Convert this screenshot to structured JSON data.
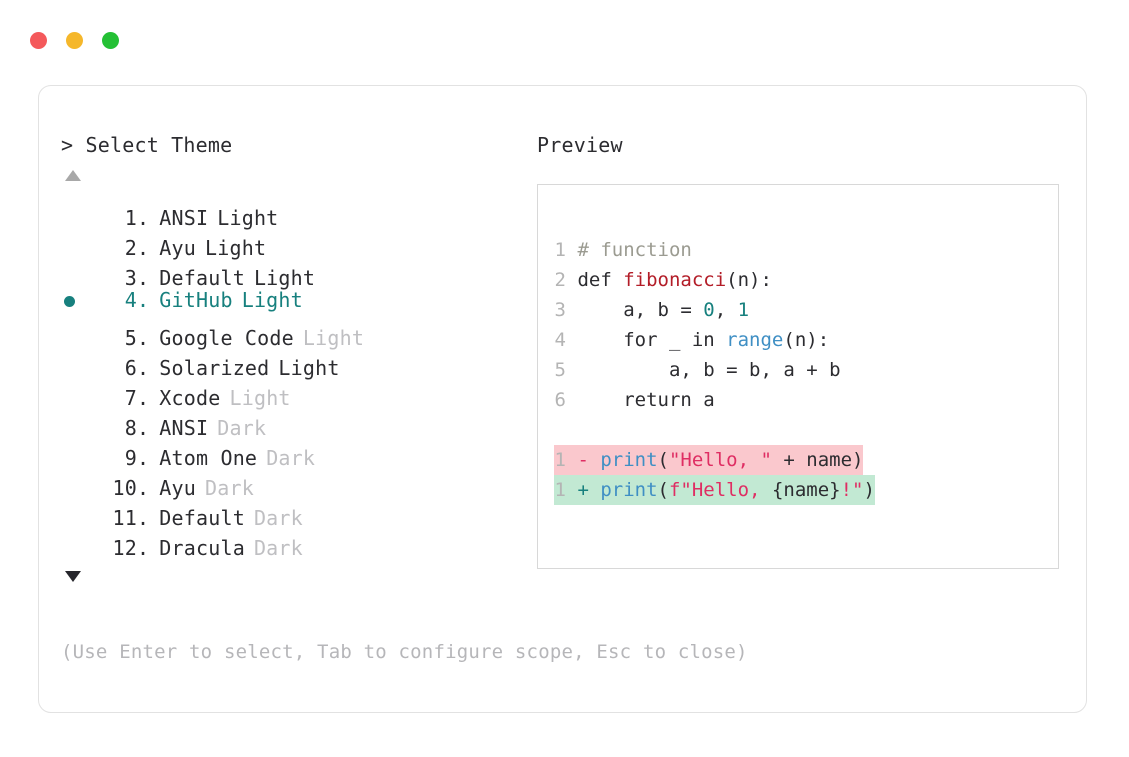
{
  "window": {
    "traffic_lights": [
      {
        "name": "close",
        "color": "#f4595b"
      },
      {
        "name": "minimize",
        "color": "#f5b72b"
      },
      {
        "name": "maximize",
        "color": "#24c035"
      }
    ]
  },
  "prompt": {
    "marker": ">",
    "title": "Select Theme"
  },
  "scroll": {
    "up_icon": "triangle-up-icon",
    "down_icon": "triangle-down-icon",
    "up_color": "#a8a8a8",
    "down_color": "#26262c"
  },
  "themes": {
    "selected_index": 4,
    "selected_color": "#17807e",
    "items": [
      {
        "index": "1",
        "name": "ANSI",
        "variant": "Light",
        "variant_muted": false,
        "selected": false
      },
      {
        "index": "2",
        "name": "Ayu",
        "variant": "Light",
        "variant_muted": false,
        "selected": false
      },
      {
        "index": "3",
        "name": "Default",
        "variant": "Light",
        "variant_muted": false,
        "selected": false
      },
      {
        "index": "4",
        "name": "GitHub",
        "variant": "Light",
        "variant_muted": false,
        "selected": true
      },
      {
        "index": "5",
        "name": "Google Code",
        "variant": "Light",
        "variant_muted": true,
        "selected": false
      },
      {
        "index": "6",
        "name": "Solarized",
        "variant": "Light",
        "variant_muted": false,
        "selected": false
      },
      {
        "index": "7",
        "name": "Xcode",
        "variant": "Light",
        "variant_muted": true,
        "selected": false
      },
      {
        "index": "8",
        "name": "ANSI",
        "variant": "Dark",
        "variant_muted": true,
        "selected": false
      },
      {
        "index": "9",
        "name": "Atom One",
        "variant": "Dark",
        "variant_muted": true,
        "selected": false
      },
      {
        "index": "10",
        "name": "Ayu",
        "variant": "Dark",
        "variant_muted": true,
        "selected": false
      },
      {
        "index": "11",
        "name": "Default",
        "variant": "Dark",
        "variant_muted": true,
        "selected": false
      },
      {
        "index": "12",
        "name": "Dracula",
        "variant": "Dark",
        "variant_muted": true,
        "selected": false
      }
    ]
  },
  "hint": "(Use Enter to select, Tab to configure scope, Esc to close)",
  "preview": {
    "title": "Preview",
    "code_lines": [
      {
        "number": "1",
        "tokens": [
          {
            "t": "# function",
            "c": "comment"
          }
        ]
      },
      {
        "number": "2",
        "tokens": [
          {
            "t": "def ",
            "c": "plain"
          },
          {
            "t": "fibonacci",
            "c": "fn"
          },
          {
            "t": "(n):",
            "c": "punct"
          }
        ]
      },
      {
        "number": "3",
        "tokens": [
          {
            "t": "    a, b = ",
            "c": "plain"
          },
          {
            "t": "0",
            "c": "num"
          },
          {
            "t": ", ",
            "c": "plain"
          },
          {
            "t": "1",
            "c": "num"
          }
        ]
      },
      {
        "number": "4",
        "tokens": [
          {
            "t": "    for _ in ",
            "c": "plain"
          },
          {
            "t": "range",
            "c": "builtin"
          },
          {
            "t": "(n):",
            "c": "punct"
          }
        ]
      },
      {
        "number": "5",
        "tokens": [
          {
            "t": "        a, b = b, a + b",
            "c": "plain"
          }
        ]
      },
      {
        "number": "6",
        "tokens": [
          {
            "t": "    return a",
            "c": "plain"
          }
        ]
      }
    ],
    "diff_lines": [
      {
        "number": "1",
        "kind": "deletion",
        "sign": "-",
        "background": "#fac8cd",
        "tokens": [
          {
            "t": "print",
            "c": "builtin"
          },
          {
            "t": "(",
            "c": "punct"
          },
          {
            "t": "\"Hello, \"",
            "c": "str"
          },
          {
            "t": " + name",
            "c": "plain"
          },
          {
            "t": ")",
            "c": "punct"
          }
        ]
      },
      {
        "number": "1",
        "kind": "addition",
        "sign": "+",
        "background": "#c2e9d3",
        "tokens": [
          {
            "t": "print",
            "c": "builtin"
          },
          {
            "t": "(",
            "c": "punct"
          },
          {
            "t": "f\"Hello, ",
            "c": "str"
          },
          {
            "t": "{name}",
            "c": "plain"
          },
          {
            "t": "!\"",
            "c": "str"
          },
          {
            "t": ")",
            "c": "punct"
          }
        ]
      }
    ]
  }
}
